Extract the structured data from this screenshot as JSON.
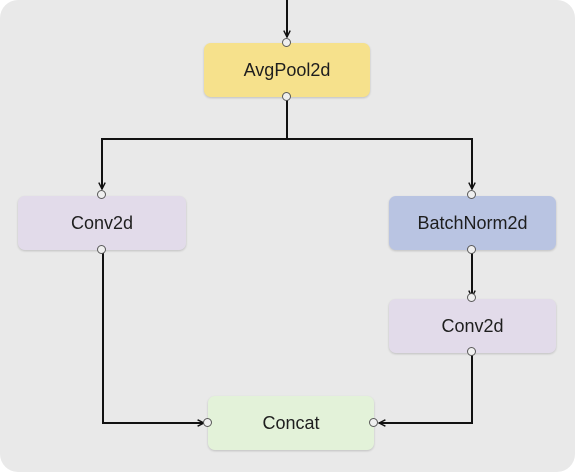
{
  "nodes": {
    "avgpool": {
      "label": "AvgPool2d",
      "color": "#f6e18c"
    },
    "conv_left": {
      "label": "Conv2d",
      "color": "#e2dbea"
    },
    "batchnorm": {
      "label": "BatchNorm2d",
      "color": "#b9c4e2"
    },
    "conv_right": {
      "label": "Conv2d",
      "color": "#e2dbea"
    },
    "concat": {
      "label": "Concat",
      "color": "#e3f2d9"
    }
  },
  "edges": [
    {
      "from": "input",
      "to": "avgpool"
    },
    {
      "from": "avgpool",
      "to": "conv_left"
    },
    {
      "from": "avgpool",
      "to": "batchnorm"
    },
    {
      "from": "batchnorm",
      "to": "conv_right"
    },
    {
      "from": "conv_left",
      "to": "concat"
    },
    {
      "from": "conv_right",
      "to": "concat"
    }
  ],
  "colors": {
    "background": "#e9e9e9",
    "edge": "#111111",
    "port_border": "#5a5a5a"
  }
}
